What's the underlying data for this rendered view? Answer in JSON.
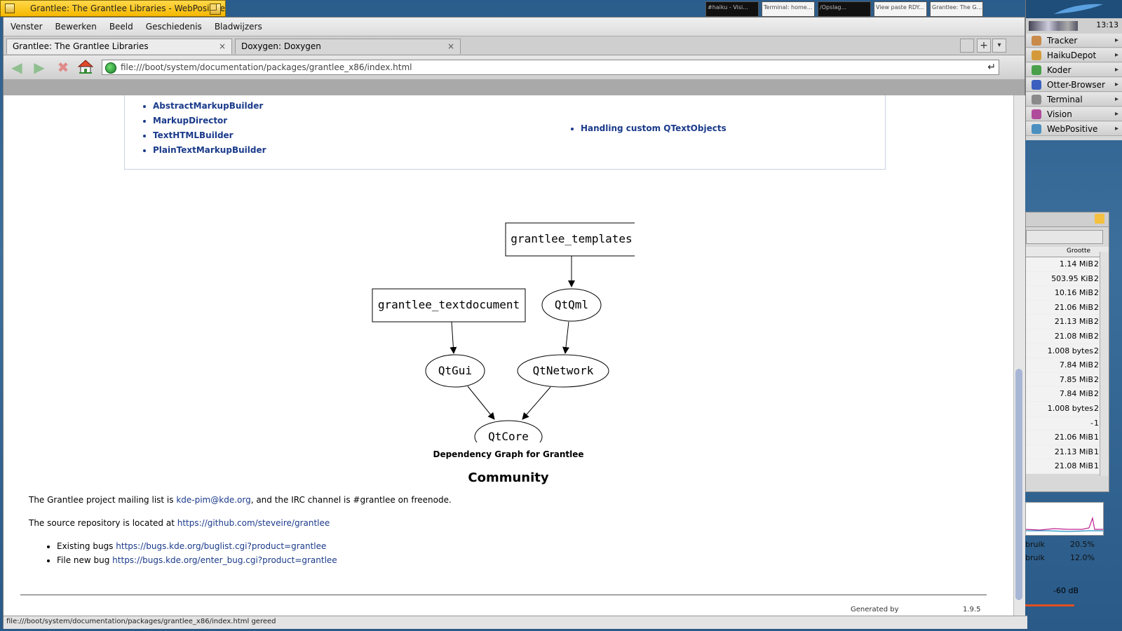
{
  "window": {
    "tab_title": "Grantlee: The Grantlee Libraries - WebPositive"
  },
  "taskbar_thumbs": [
    "#haiku - Visi...",
    "Terminal: home...",
    "/Opslag...",
    "View paste RDY...",
    "Grantlee: The G..."
  ],
  "menu": [
    "Venster",
    "Bewerken",
    "Beeld",
    "Geschiedenis",
    "Bladwijzers"
  ],
  "tabs": [
    {
      "label": "Grantlee: The Grantlee Libraries",
      "close": "×"
    },
    {
      "label": "Doxygen: Doxygen",
      "close": "×"
    }
  ],
  "tab_controls": {
    "add": "+",
    "menu": "▾"
  },
  "nav": {
    "back_icon": "arrow-left-icon",
    "forward_icon": "arrow-right-icon",
    "stop_icon": "stop-icon",
    "home_icon": "home-icon",
    "url": "file:///boot/system/documentation/packages/grantlee_x86/index.html",
    "go": "↵"
  },
  "page": {
    "toc_left": [
      "AbstractMarkupBuilder",
      "MarkupDirector",
      "TextHTMLBuilder",
      "PlainTextMarkupBuilder"
    ],
    "toc_right": [
      "Handling custom QTextObjects"
    ],
    "graph_nodes": {
      "n1": "grantlee_templates",
      "n2": "grantlee_textdocument",
      "n3": "QtQml",
      "n4": "QtGui",
      "n5": "QtNetwork",
      "n6": "QtCore"
    },
    "graph_caption": "Dependency Graph for Grantlee",
    "community_heading": "Community",
    "mailing_pre": "The Grantlee project mailing list is ",
    "mailing_link": "kde-pim@kde.org",
    "mailing_post": ", and the IRC channel is #grantlee on freenode.",
    "repo_pre": "The source repository is located at ",
    "repo_link": "https://github.com/steveire/grantlee",
    "bugs": [
      {
        "label": "Existing bugs ",
        "link": "https://bugs.kde.org/buglist.cgi?product=grantlee"
      },
      {
        "label": "File new bug ",
        "link": "https://bugs.kde.org/enter_bug.cgi?product=grantlee"
      }
    ],
    "generated_by": "Generated by",
    "version": "1.9.5"
  },
  "status": "file:///boot/system/documentation/packages/grantlee_x86/index.html gereed",
  "deskbar": {
    "clock": "13:13",
    "items": [
      {
        "label": "Tracker",
        "color": "#c98a4a"
      },
      {
        "label": "HaikuDepot",
        "color": "#d49a3a"
      },
      {
        "label": "Koder",
        "color": "#4aa04a"
      },
      {
        "label": "Otter-Browser",
        "color": "#3a5fbf"
      },
      {
        "label": "Terminal",
        "color": "#8a8a8a"
      },
      {
        "label": "Vision",
        "color": "#b04a9a"
      },
      {
        "label": "WebPositive",
        "color": "#4a8fc0"
      }
    ],
    "arrow": "▸"
  },
  "tracker": {
    "header": "Grootte",
    "sizes": [
      "1.14 MiB",
      "503.95 KiB",
      "10.16 MiB",
      "21.06 MiB",
      "21.13 MiB",
      "21.08 MiB",
      "1.008 bytes",
      "7.84 MiB",
      "7.85 MiB",
      "7.84 MiB",
      "1.008 bytes",
      "-",
      "21.06 MiB",
      "21.13 MiB",
      "21.08 MiB"
    ],
    "cols": [
      "2",
      "2",
      "2",
      "2",
      "2",
      "2",
      "2",
      "2",
      "2",
      "2",
      "2",
      "1",
      "1",
      "1",
      "1"
    ]
  },
  "meters": [
    {
      "label": "bruik",
      "value": "20.5%"
    },
    {
      "label": "bruik",
      "value": "12.0%"
    }
  ],
  "volume": "-60 dB"
}
